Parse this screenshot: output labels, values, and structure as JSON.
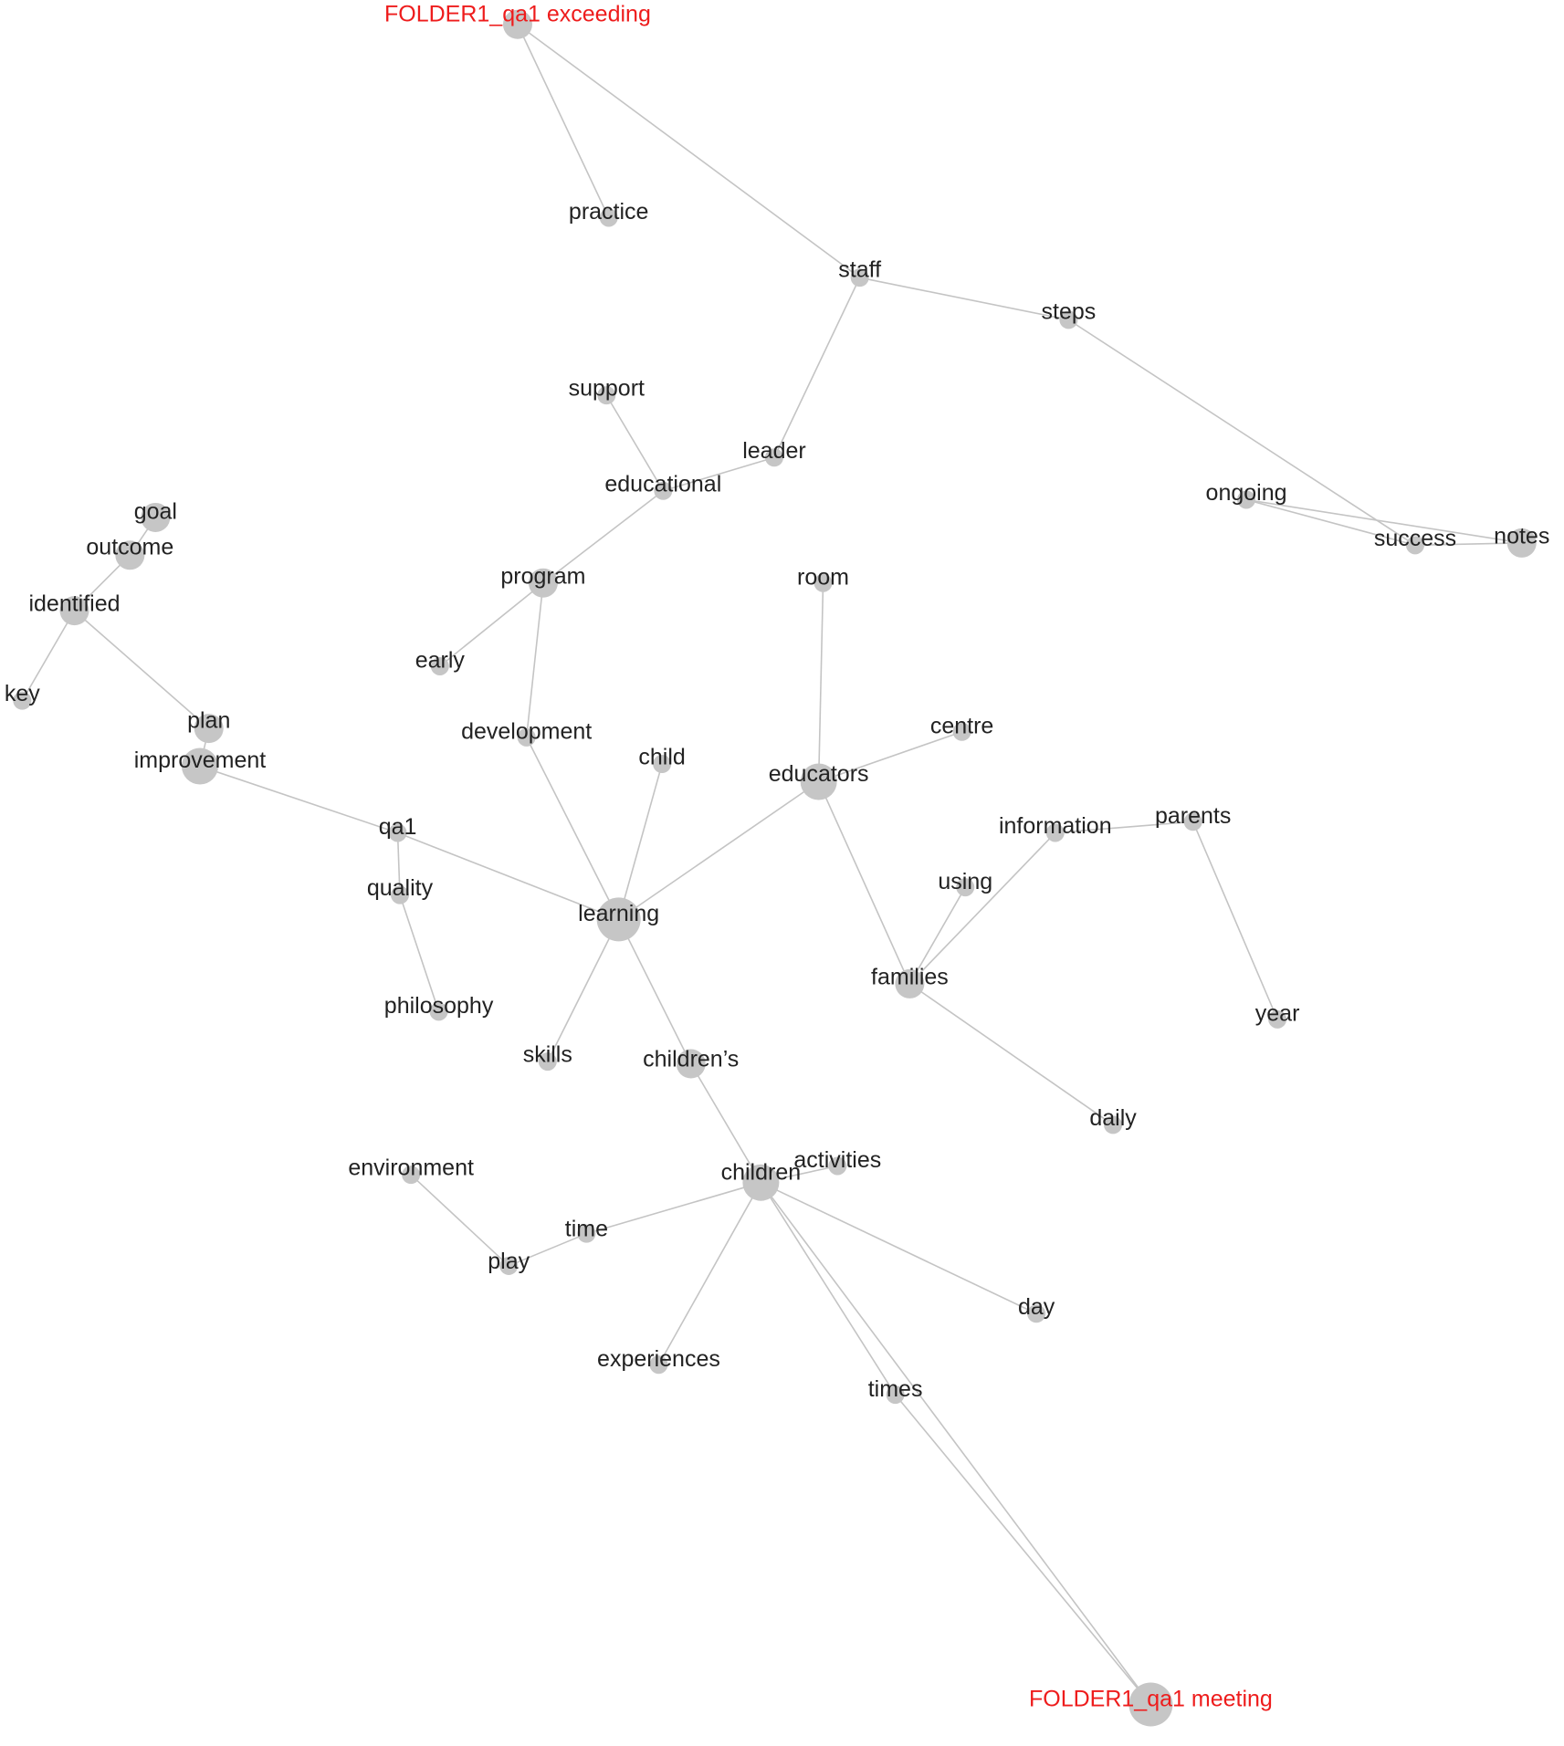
{
  "graph": {
    "nodes": [
      {
        "id": "folder1_qa1_exceeding",
        "label": "FOLDER1_qa1 exceeding",
        "kind": "folder",
        "weight": 2
      },
      {
        "id": "folder1_qa1_meeting",
        "label": "FOLDER1_qa1 meeting",
        "kind": "folder",
        "weight": 4
      },
      {
        "id": "practice",
        "label": "practice",
        "kind": "word",
        "weight": 1
      },
      {
        "id": "staff",
        "label": "staff",
        "kind": "word",
        "weight": 1
      },
      {
        "id": "steps",
        "label": "steps",
        "kind": "word",
        "weight": 1
      },
      {
        "id": "support",
        "label": "support",
        "kind": "word",
        "weight": 1
      },
      {
        "id": "leader",
        "label": "leader",
        "kind": "word",
        "weight": 1
      },
      {
        "id": "educational",
        "label": "educational",
        "kind": "word",
        "weight": 1
      },
      {
        "id": "ongoing",
        "label": "ongoing",
        "kind": "word",
        "weight": 1
      },
      {
        "id": "success",
        "label": "success",
        "kind": "word",
        "weight": 1
      },
      {
        "id": "notes",
        "label": "notes",
        "kind": "word",
        "weight": 2
      },
      {
        "id": "goal",
        "label": "goal",
        "kind": "word",
        "weight": 2
      },
      {
        "id": "outcome",
        "label": "outcome",
        "kind": "word",
        "weight": 2
      },
      {
        "id": "identified",
        "label": "identified",
        "kind": "word",
        "weight": 2
      },
      {
        "id": "program",
        "label": "program",
        "kind": "word",
        "weight": 2
      },
      {
        "id": "room",
        "label": "room",
        "kind": "word",
        "weight": 1
      },
      {
        "id": "early",
        "label": "early",
        "kind": "word",
        "weight": 1
      },
      {
        "id": "key",
        "label": "key",
        "kind": "word",
        "weight": 1
      },
      {
        "id": "plan",
        "label": "plan",
        "kind": "word",
        "weight": 2
      },
      {
        "id": "improvement",
        "label": "improvement",
        "kind": "word",
        "weight": 3
      },
      {
        "id": "development",
        "label": "development",
        "kind": "word",
        "weight": 1
      },
      {
        "id": "child",
        "label": "child",
        "kind": "word",
        "weight": 1
      },
      {
        "id": "centre",
        "label": "centre",
        "kind": "word",
        "weight": 1
      },
      {
        "id": "educators",
        "label": "educators",
        "kind": "word",
        "weight": 3
      },
      {
        "id": "qa1",
        "label": "qa1",
        "kind": "word",
        "weight": 1
      },
      {
        "id": "information",
        "label": "information",
        "kind": "word",
        "weight": 1
      },
      {
        "id": "parents",
        "label": "parents",
        "kind": "word",
        "weight": 1
      },
      {
        "id": "quality",
        "label": "quality",
        "kind": "word",
        "weight": 1
      },
      {
        "id": "using",
        "label": "using",
        "kind": "word",
        "weight": 1
      },
      {
        "id": "learning",
        "label": "learning",
        "kind": "word",
        "weight": 4
      },
      {
        "id": "families",
        "label": "families",
        "kind": "word",
        "weight": 2
      },
      {
        "id": "philosophy",
        "label": "philosophy",
        "kind": "word",
        "weight": 1
      },
      {
        "id": "year",
        "label": "year",
        "kind": "word",
        "weight": 1
      },
      {
        "id": "skills",
        "label": "skills",
        "kind": "word",
        "weight": 1
      },
      {
        "id": "childrens",
        "label": "children’s",
        "kind": "word",
        "weight": 2
      },
      {
        "id": "daily",
        "label": "daily",
        "kind": "word",
        "weight": 1
      },
      {
        "id": "environment",
        "label": "environment",
        "kind": "word",
        "weight": 1
      },
      {
        "id": "children",
        "label": "children",
        "kind": "word",
        "weight": 3
      },
      {
        "id": "activities",
        "label": "activities",
        "kind": "word",
        "weight": 1
      },
      {
        "id": "time",
        "label": "time",
        "kind": "word",
        "weight": 1
      },
      {
        "id": "play",
        "label": "play",
        "kind": "word",
        "weight": 1
      },
      {
        "id": "day",
        "label": "day",
        "kind": "word",
        "weight": 1
      },
      {
        "id": "experiences",
        "label": "experiences",
        "kind": "word",
        "weight": 1
      },
      {
        "id": "times",
        "label": "times",
        "kind": "word",
        "weight": 1
      }
    ],
    "edges": [
      [
        "folder1_qa1_exceeding",
        "practice"
      ],
      [
        "folder1_qa1_exceeding",
        "staff"
      ],
      [
        "staff",
        "steps"
      ],
      [
        "staff",
        "leader"
      ],
      [
        "steps",
        "success"
      ],
      [
        "ongoing",
        "success"
      ],
      [
        "ongoing",
        "notes"
      ],
      [
        "success",
        "notes"
      ],
      [
        "support",
        "educational"
      ],
      [
        "leader",
        "educational"
      ],
      [
        "educational",
        "program"
      ],
      [
        "program",
        "early"
      ],
      [
        "program",
        "development"
      ],
      [
        "development",
        "learning"
      ],
      [
        "goal",
        "outcome"
      ],
      [
        "outcome",
        "identified"
      ],
      [
        "identified",
        "key"
      ],
      [
        "identified",
        "plan"
      ],
      [
        "plan",
        "improvement"
      ],
      [
        "improvement",
        "qa1"
      ],
      [
        "qa1",
        "learning"
      ],
      [
        "qa1",
        "quality"
      ],
      [
        "quality",
        "philosophy"
      ],
      [
        "child",
        "learning"
      ],
      [
        "room",
        "educators"
      ],
      [
        "educators",
        "centre"
      ],
      [
        "educators",
        "learning"
      ],
      [
        "educators",
        "families"
      ],
      [
        "families",
        "using"
      ],
      [
        "families",
        "information"
      ],
      [
        "information",
        "parents"
      ],
      [
        "parents",
        "year"
      ],
      [
        "families",
        "daily"
      ],
      [
        "learning",
        "skills"
      ],
      [
        "learning",
        "childrens"
      ],
      [
        "childrens",
        "children"
      ],
      [
        "children",
        "activities"
      ],
      [
        "children",
        "time"
      ],
      [
        "time",
        "play"
      ],
      [
        "environment",
        "play"
      ],
      [
        "children",
        "experiences"
      ],
      [
        "children",
        "day"
      ],
      [
        "children",
        "times"
      ],
      [
        "children",
        "folder1_qa1_meeting"
      ],
      [
        "times",
        "folder1_qa1_meeting"
      ]
    ]
  },
  "colors": {
    "edge": "#c4c4c4",
    "node": "#c6c6c6",
    "word_label": "#222222",
    "folder_label": "#ee1c1c"
  }
}
